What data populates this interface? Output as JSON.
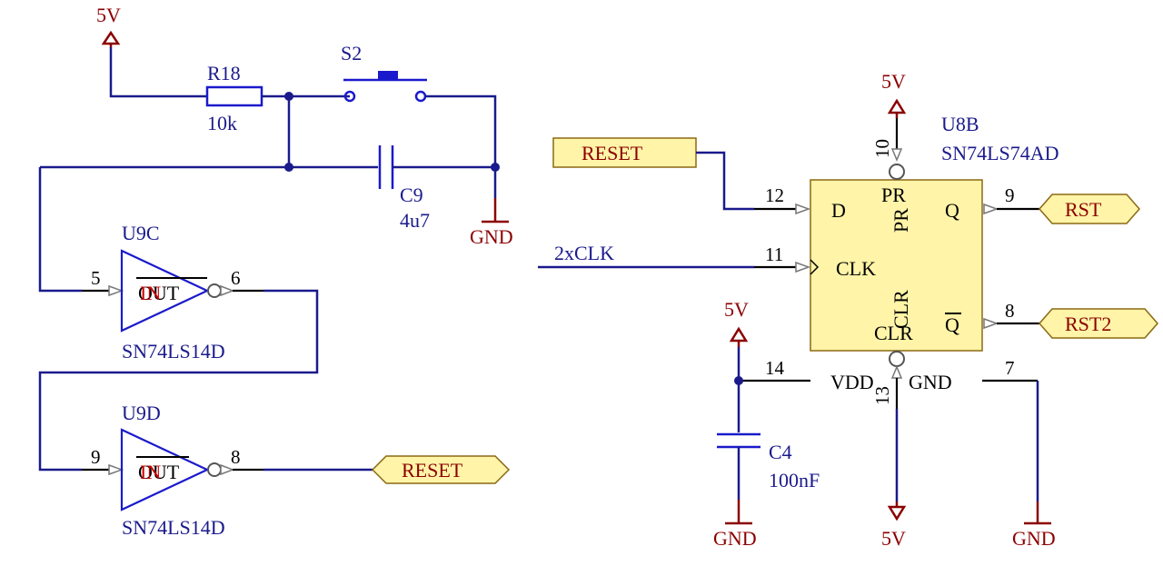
{
  "power": {
    "vcc": "5V",
    "gnd": "GND"
  },
  "components": {
    "r18": {
      "designator": "R18",
      "value": "10k"
    },
    "s2": {
      "designator": "S2"
    },
    "c9": {
      "designator": "C9",
      "value": "4u7"
    },
    "c4": {
      "designator": "C4",
      "value": "100nF"
    },
    "u9c": {
      "designator": "U9C",
      "part": "SN74LS14D",
      "pin_in": "5",
      "pin_out": "6",
      "label": "OUT",
      "overlay": "IN"
    },
    "u9d": {
      "designator": "U9D",
      "part": "SN74LS14D",
      "pin_in": "9",
      "pin_out": "8",
      "label": "OUT",
      "overlay": "IN"
    },
    "u8b": {
      "designator": "U8B",
      "part": "SN74LS74AD",
      "pins": {
        "d": "12",
        "clk": "11",
        "q": "9",
        "qbar": "8",
        "pr": "10",
        "clr": "13",
        "vdd": "14",
        "gnd": "7"
      },
      "labels": {
        "d": "D",
        "clk": "CLK",
        "q": "Q",
        "qbar": "Q",
        "pr": "PR",
        "pr_rot": "PR",
        "clr": "CLR",
        "clr_rot": "CLR",
        "vdd": "VDD",
        "gnd": "GND"
      }
    }
  },
  "nets": {
    "clk": "2xCLK"
  },
  "ports": {
    "reset_in": "RESET",
    "reset_out": "RESET",
    "rst": "RST",
    "rst2": "RST2"
  }
}
